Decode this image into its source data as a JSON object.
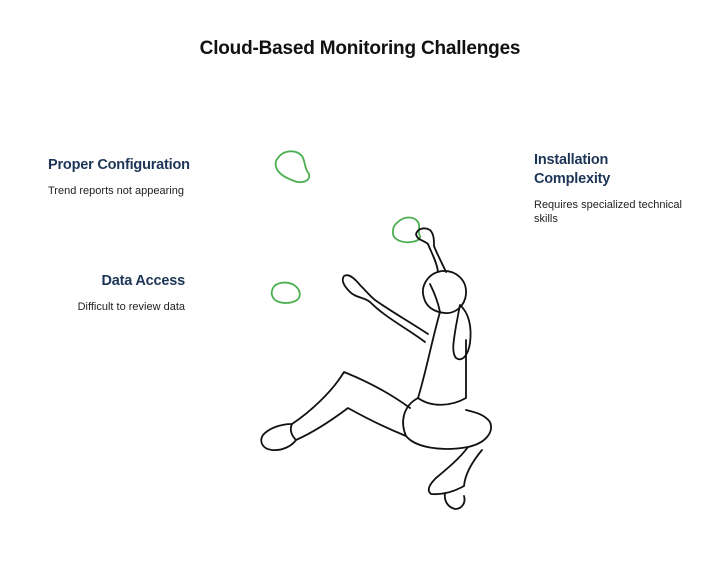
{
  "title": "Cloud-Based Monitoring Challenges",
  "challenges": [
    {
      "heading": "Proper Configuration",
      "description": "Trend reports not appearing"
    },
    {
      "heading": "Installation Complexity",
      "description": "Requires specialized technical skills"
    },
    {
      "heading": "Data Access",
      "description": "Difficult to review data"
    }
  ],
  "colors": {
    "heading": "#1d3557",
    "hold_outline": "#4caf50",
    "figure_outline": "#111111"
  }
}
